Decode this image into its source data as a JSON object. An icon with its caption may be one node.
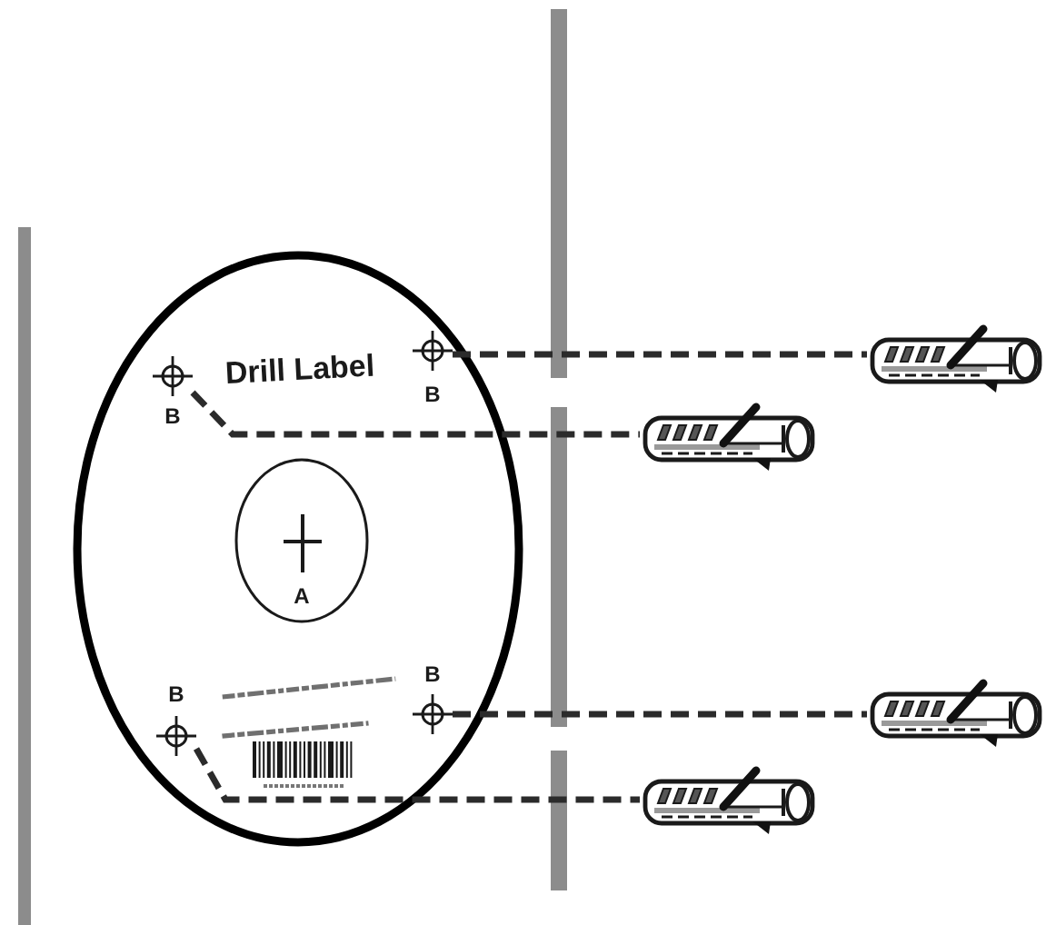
{
  "diagram": {
    "nodes": [
      {
        "text": [
          "Drill Label"
        ]
      },
      {
        "text": [
          "B"
        ],
        "in": 0
      },
      {
        "text": [
          "B"
        ],
        "in": 0
      },
      {
        "text": [
          "A"
        ],
        "in": 0
      },
      {
        "text": [
          "B"
        ],
        "in": 0
      },
      {
        "text": [
          "B"
        ],
        "in": 0
      },
      {
        "text": [],
        "shape": "picture"
      },
      {
        "text": [],
        "shape": "picture"
      },
      {
        "text": [],
        "shape": "picture"
      },
      {
        "text": [],
        "shape": "picture"
      }
    ],
    "edges": [
      {
        "from": 2,
        "to": 6,
        "arrow": "none",
        "style": "dashed"
      },
      {
        "from": 1,
        "to": 7,
        "arrow": "none",
        "style": "dashed"
      },
      {
        "from": 5,
        "to": 8,
        "arrow": "none",
        "style": "dashed"
      },
      {
        "from": 4,
        "to": 9,
        "arrow": "none",
        "style": "dashed"
      }
    ]
  }
}
